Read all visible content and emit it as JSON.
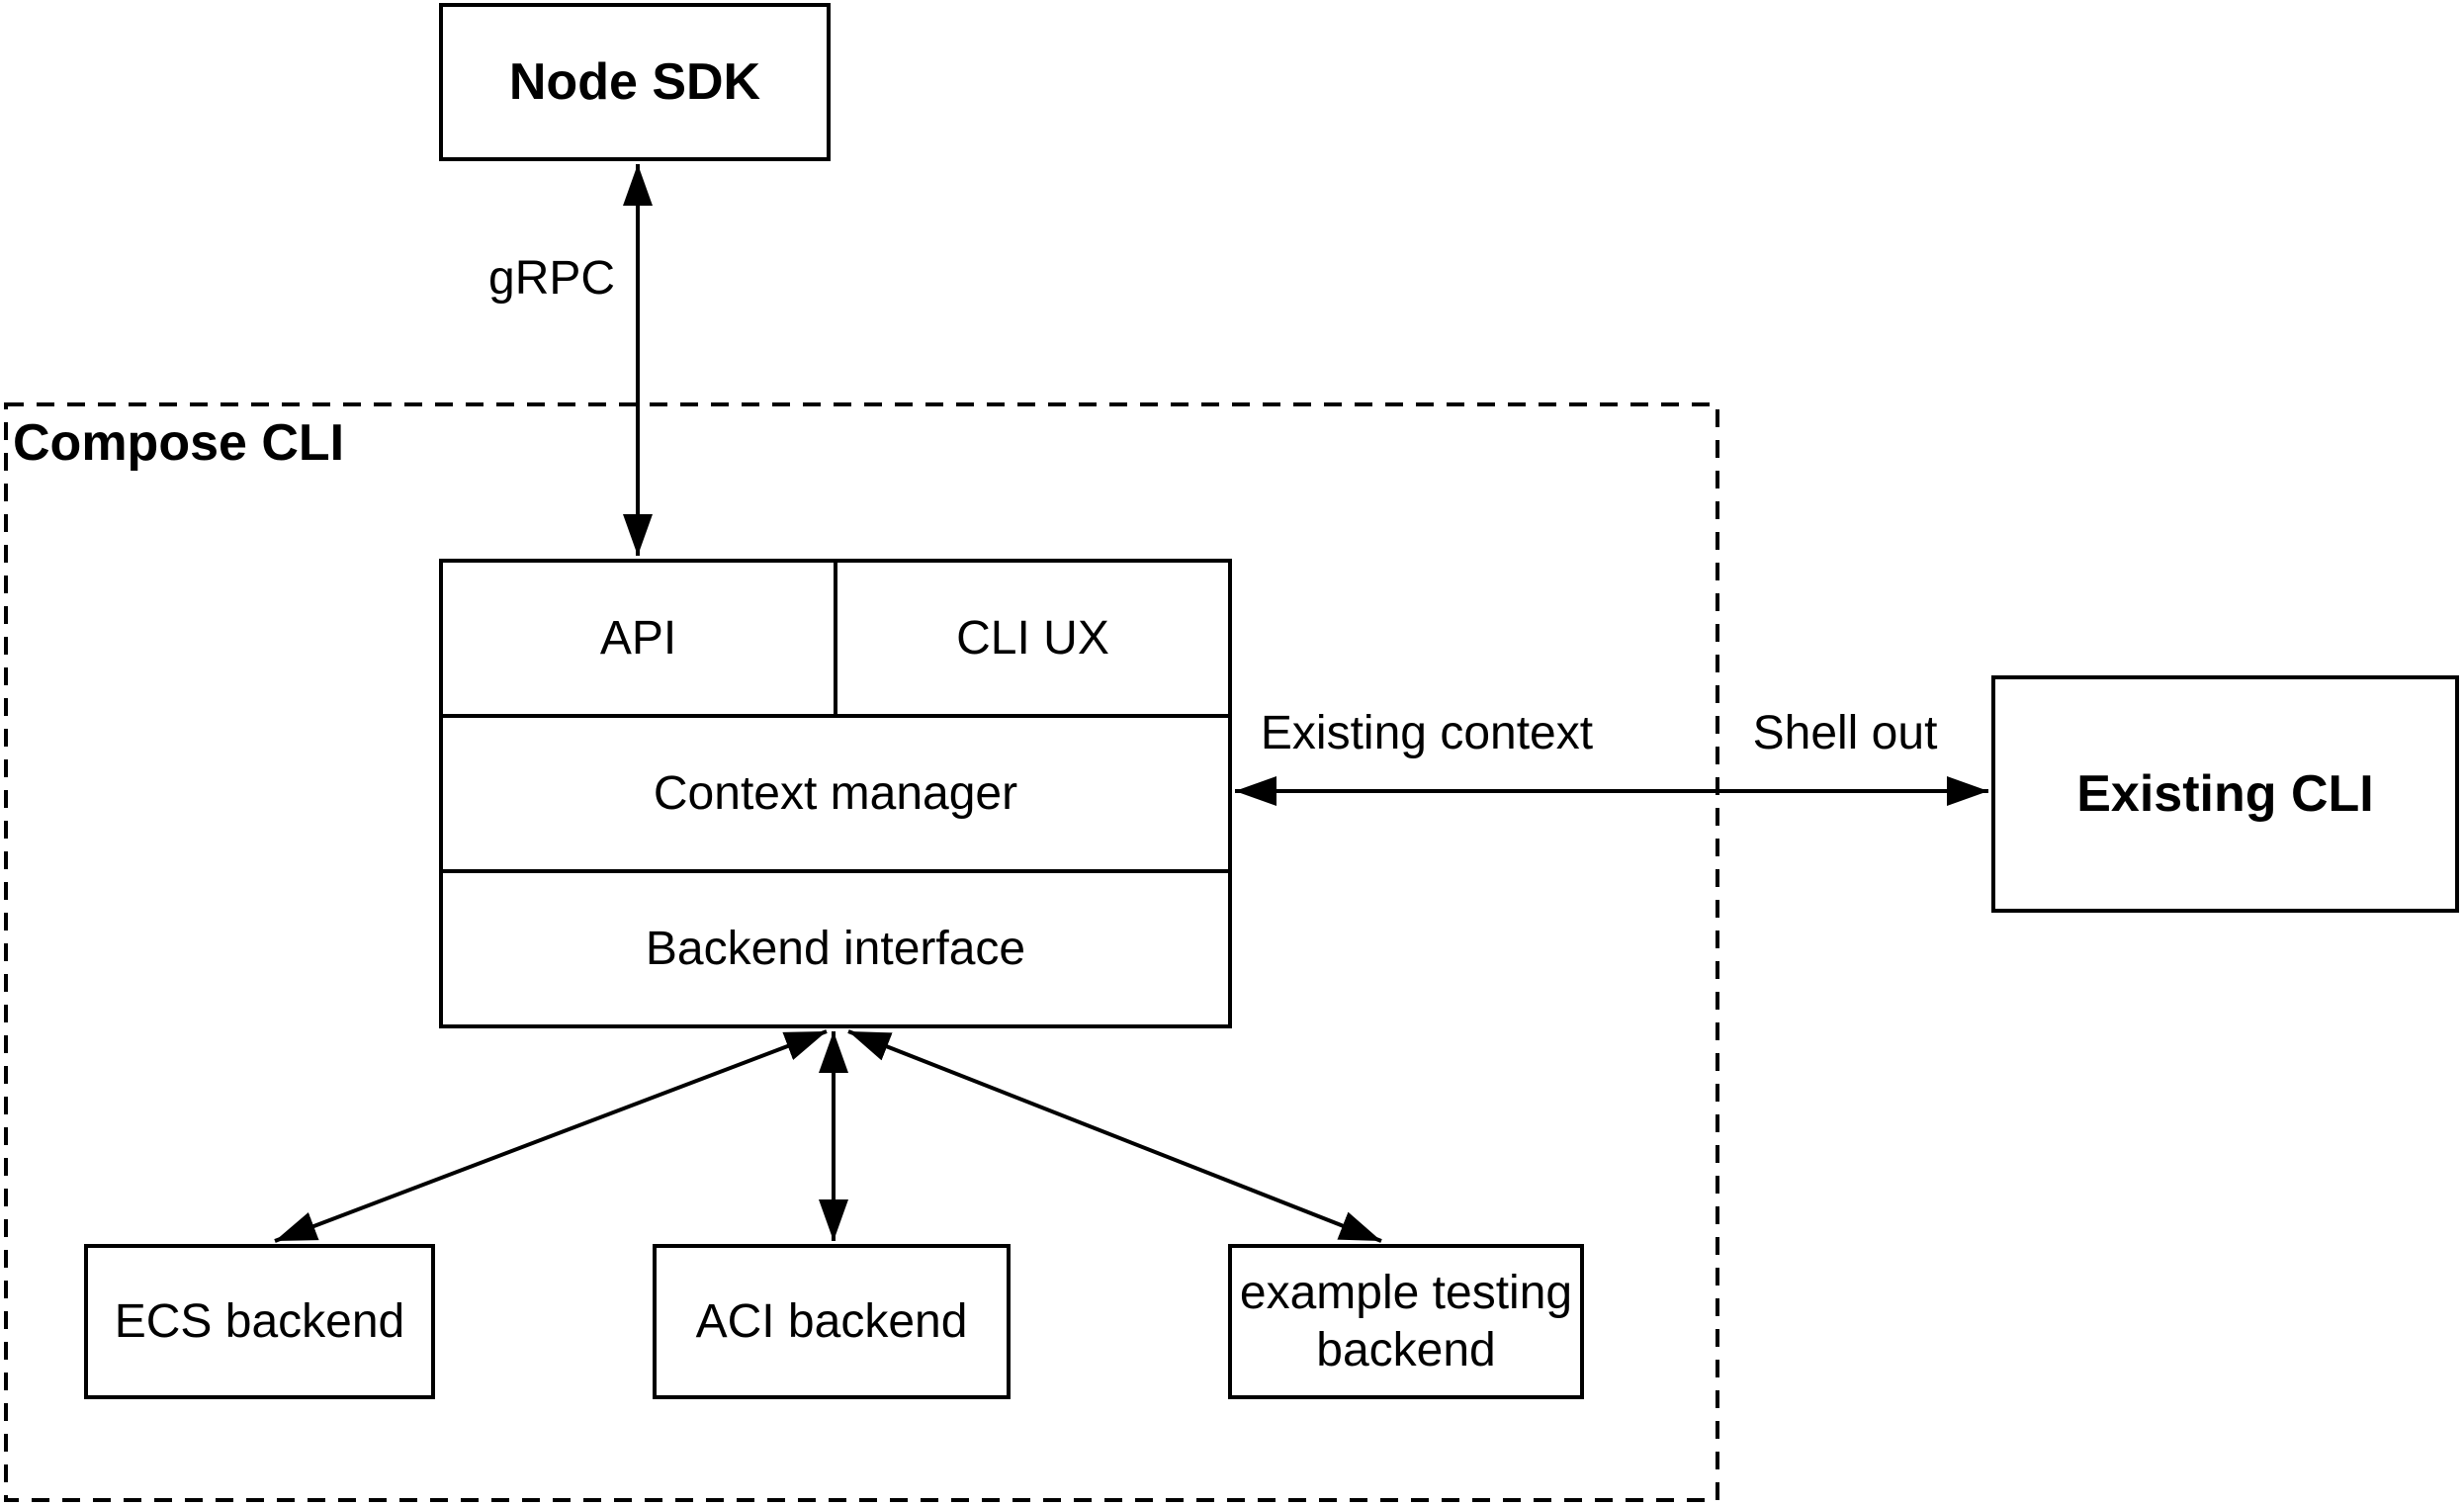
{
  "diagram": {
    "colors": {
      "line": "#000000",
      "background": "#ffffff"
    },
    "nodes": {
      "node_sdk": {
        "label": "Node SDK"
      },
      "compose_cli": {
        "label": "Compose CLI"
      },
      "api": {
        "label": "API"
      },
      "cli_ux": {
        "label": "CLI UX"
      },
      "context_manager": {
        "label": "Context manager"
      },
      "backend_interface": {
        "label": "Backend interface"
      },
      "existing_cli": {
        "label": "Existing CLI"
      },
      "ecs_backend": {
        "label": "ECS backend"
      },
      "aci_backend": {
        "label": "ACI backend"
      },
      "example_testing_backend": {
        "label": "example testing backend"
      }
    },
    "edges": {
      "grpc": {
        "label": "gRPC"
      },
      "existing_context": {
        "label": "Existing context"
      },
      "shell_out": {
        "label": "Shell out"
      }
    }
  }
}
